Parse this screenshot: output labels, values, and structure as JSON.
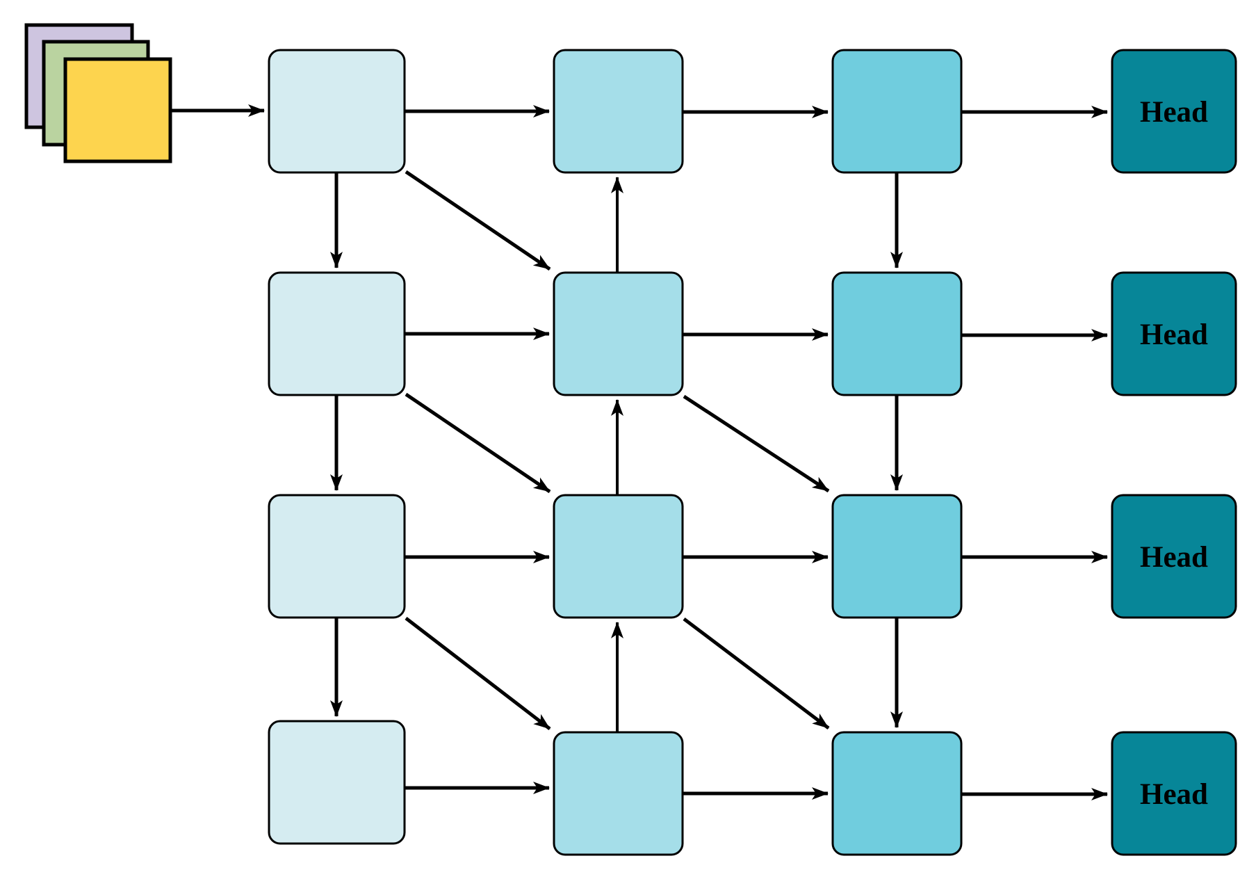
{
  "diagram": {
    "title": "multi-stage feature pyramid flow diagram",
    "rows": 4,
    "stage_columns": 3,
    "input_stack": {
      "layers": 3,
      "description": "stack of three offset squares feeding the first node"
    },
    "heads": [
      "Head",
      "Head",
      "Head",
      "Head"
    ],
    "colors": {
      "background": "#ffffff",
      "line": "#000000",
      "input_back": "#cec5e0",
      "input_mid": "#bad3a0",
      "input_front": "#fdd44e",
      "stage1": "#d5ecf1",
      "stage2": "#a5dee9",
      "stage3": "#70cdde",
      "head": "#078698"
    },
    "flow": {
      "horizontal": "input and each stage feed rightward into the next stage, ending at a Head node per row",
      "stage1_vertical": "downward arrows between successive stage-1 nodes",
      "stage2_vertical": "upward arrows between successive stage-2 nodes",
      "stage3_vertical": "downward arrows between successive stage-3 nodes",
      "diagonals": "stage-1 nodes feed the next-row stage-2 node; stage-2 nodes of rows 2-3 feed the next-row stage-3 node"
    }
  }
}
